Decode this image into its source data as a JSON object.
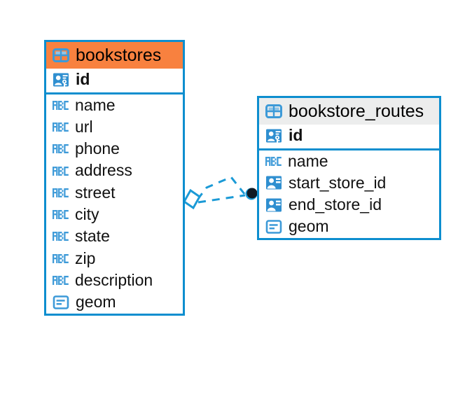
{
  "diagram": {
    "type": "entity-relationship-diagram",
    "background": "#ffffff",
    "accent_color": "#0d8ecf",
    "selected_header_color": "#f8813f",
    "header_color": "#eceded",
    "relationship": {
      "name": "bookstores-to-bookstore-routes",
      "style": "dashed",
      "color": "#1b9ad6",
      "source_endpoint": "diamond",
      "target_endpoint": "filled-circle"
    }
  },
  "tables": [
    {
      "name": "bookstores",
      "selected": true,
      "icon": "table-icon",
      "fields": [
        {
          "name": "id",
          "type_icon": "primary-key-icon",
          "primary_key": true
        },
        {
          "name": "name",
          "type_icon": "text-abc-icon",
          "primary_key": false
        },
        {
          "name": "url",
          "type_icon": "text-abc-icon",
          "primary_key": false
        },
        {
          "name": "phone",
          "type_icon": "text-abc-icon",
          "primary_key": false
        },
        {
          "name": "address",
          "type_icon": "text-abc-icon",
          "primary_key": false
        },
        {
          "name": "street",
          "type_icon": "text-abc-icon",
          "primary_key": false
        },
        {
          "name": "city",
          "type_icon": "text-abc-icon",
          "primary_key": false
        },
        {
          "name": "state",
          "type_icon": "text-abc-icon",
          "primary_key": false
        },
        {
          "name": "zip",
          "type_icon": "text-abc-icon",
          "primary_key": false
        },
        {
          "name": "description",
          "type_icon": "text-abc-icon",
          "primary_key": false
        },
        {
          "name": "geom",
          "type_icon": "geometry-icon",
          "primary_key": false
        }
      ]
    },
    {
      "name": "bookstore_routes",
      "selected": false,
      "icon": "table-icon",
      "fields": [
        {
          "name": "id",
          "type_icon": "primary-key-icon",
          "primary_key": true
        },
        {
          "name": "name",
          "type_icon": "text-abc-icon",
          "primary_key": false
        },
        {
          "name": "start_store_id",
          "type_icon": "foreign-key-icon",
          "primary_key": false
        },
        {
          "name": "end_store_id",
          "type_icon": "foreign-key-icon",
          "primary_key": false
        },
        {
          "name": "geom",
          "type_icon": "geometry-icon",
          "primary_key": false
        }
      ]
    }
  ]
}
